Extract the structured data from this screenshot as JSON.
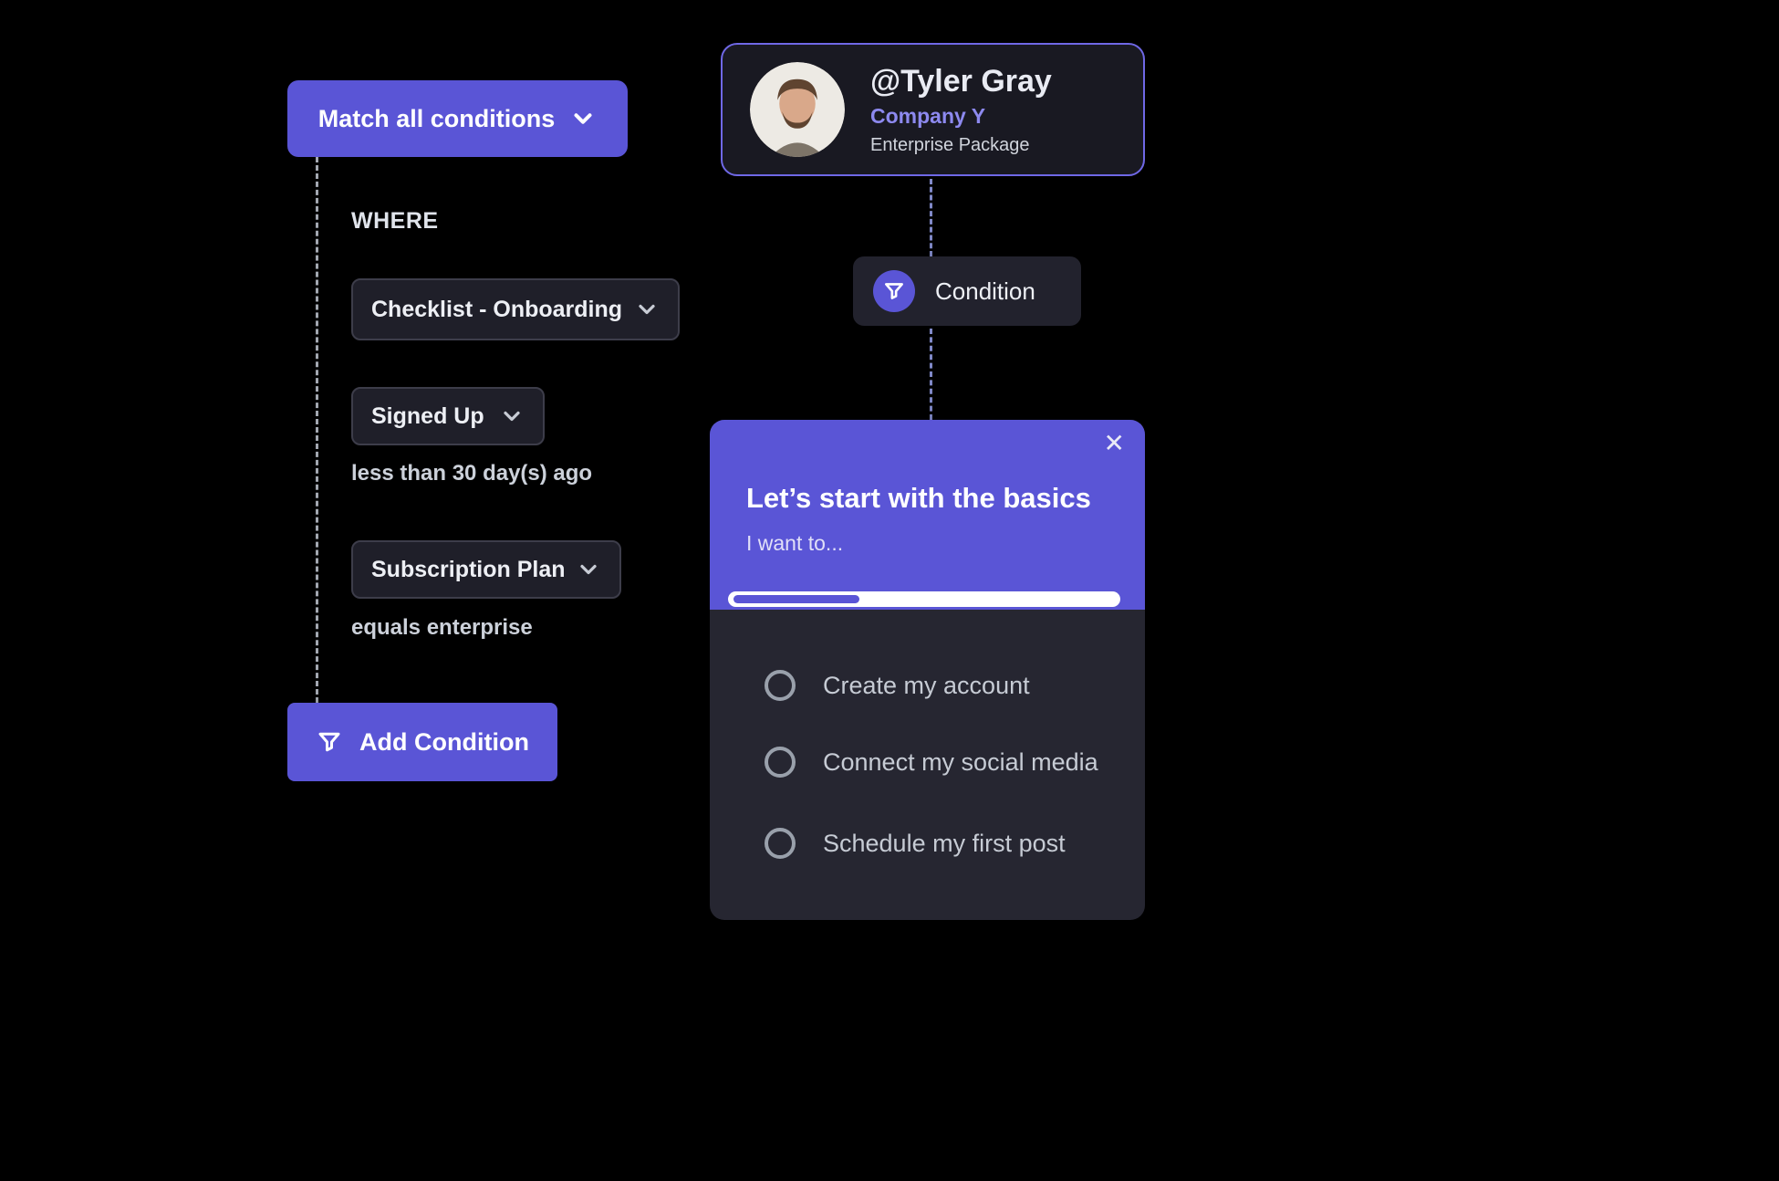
{
  "colors": {
    "accent": "#5a55d6",
    "accent_border": "#6f68e6",
    "card_bg": "#1f1f29",
    "modal_body_bg": "#262631"
  },
  "flow": {
    "match_button_label": "Match all conditions",
    "where_label": "WHERE",
    "fields": [
      {
        "label": "Checklist - Onboarding",
        "detail": ""
      },
      {
        "label": "Signed Up",
        "detail": "less than 30 day(s) ago"
      },
      {
        "label": "Subscription Plan",
        "detail": "equals enterprise"
      }
    ],
    "add_condition_label": "Add Condition"
  },
  "user_card": {
    "handle": "@Tyler Gray",
    "company": "Company Y",
    "package": "Enterprise Package"
  },
  "condition_node": {
    "label": "Condition"
  },
  "modal": {
    "close_label": "✕",
    "title": "Let’s start with the basics",
    "subtitle": "I want to...",
    "progress_percent": 32,
    "options": [
      {
        "label": "Create my account"
      },
      {
        "label": "Connect my social media"
      },
      {
        "label": "Schedule my first post"
      }
    ]
  }
}
